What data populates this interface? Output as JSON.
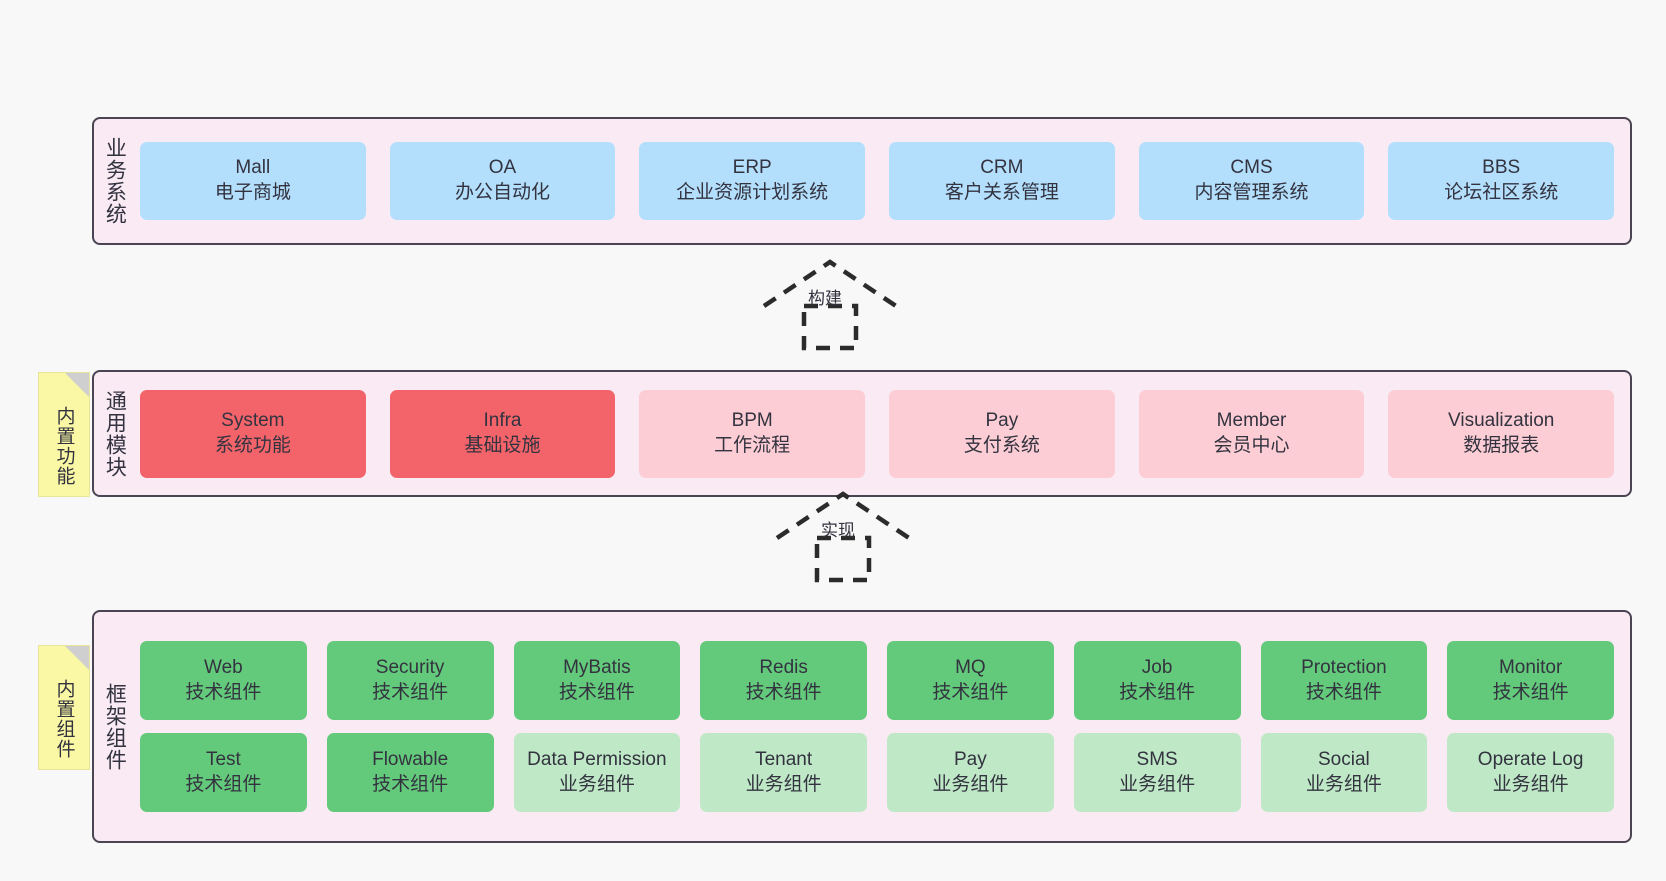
{
  "diagram": {
    "background": "#f8f8f8",
    "layer_fill": "#f9eaf4",
    "layer_border": "#4b4453",
    "note_fill": "#fbf8a5",
    "colors": {
      "blue": "#b3dffc",
      "red": "#f3646a",
      "pink": "#fccdd4",
      "green": "#64ca7b",
      "light_green": "#bfe8c6"
    }
  },
  "notes": [
    {
      "id": "note-builtin-function",
      "text": "内置功能"
    },
    {
      "id": "note-builtin-component",
      "text": "内置组件"
    }
  ],
  "arrows": [
    {
      "id": "arrow-build",
      "label": "构建",
      "style": "dashed-generalization"
    },
    {
      "id": "arrow-implement",
      "label": "实现",
      "style": "dashed-generalization"
    }
  ],
  "layers": [
    {
      "id": "business-system",
      "title": "业务系统",
      "rows": [
        [
          {
            "name": "Mall",
            "sub": "电子商城",
            "color": "blue"
          },
          {
            "name": "OA",
            "sub": "办公自动化",
            "color": "blue"
          },
          {
            "name": "ERP",
            "sub": "企业资源计划系统",
            "color": "blue"
          },
          {
            "name": "CRM",
            "sub": "客户关系管理",
            "color": "blue"
          },
          {
            "name": "CMS",
            "sub": "内容管理系统",
            "color": "blue"
          },
          {
            "name": "BBS",
            "sub": "论坛社区系统",
            "color": "blue"
          }
        ]
      ]
    },
    {
      "id": "common-module",
      "title": "通用模块",
      "rows": [
        [
          {
            "name": "System",
            "sub": "系统功能",
            "color": "red"
          },
          {
            "name": "Infra",
            "sub": "基础设施",
            "color": "red"
          },
          {
            "name": "BPM",
            "sub": "工作流程",
            "color": "pink"
          },
          {
            "name": "Pay",
            "sub": "支付系统",
            "color": "pink"
          },
          {
            "name": "Member",
            "sub": "会员中心",
            "color": "pink"
          },
          {
            "name": "Visualization",
            "sub": "数据报表",
            "color": "pink"
          }
        ]
      ]
    },
    {
      "id": "framework-component",
      "title": "框架组件",
      "rows": [
        [
          {
            "name": "Web",
            "sub": "技术组件",
            "color": "green"
          },
          {
            "name": "Security",
            "sub": "技术组件",
            "color": "green"
          },
          {
            "name": "MyBatis",
            "sub": "技术组件",
            "color": "green"
          },
          {
            "name": "Redis",
            "sub": "技术组件",
            "color": "green"
          },
          {
            "name": "MQ",
            "sub": "技术组件",
            "color": "green"
          },
          {
            "name": "Job",
            "sub": "技术组件",
            "color": "green"
          },
          {
            "name": "Protection",
            "sub": "技术组件",
            "color": "green"
          },
          {
            "name": "Monitor",
            "sub": "技术组件",
            "color": "green"
          }
        ],
        [
          {
            "name": "Test",
            "sub": "技术组件",
            "color": "green"
          },
          {
            "name": "Flowable",
            "sub": "技术组件",
            "color": "green"
          },
          {
            "name": "Data Permission",
            "sub": "业务组件",
            "color": "light_green",
            "wrap": true
          },
          {
            "name": "Tenant",
            "sub": "业务组件",
            "color": "light_green"
          },
          {
            "name": "Pay",
            "sub": "业务组件",
            "color": "light_green"
          },
          {
            "name": "SMS",
            "sub": "业务组件",
            "color": "light_green"
          },
          {
            "name": "Social",
            "sub": "业务组件",
            "color": "light_green"
          },
          {
            "name": "Operate Log",
            "sub": "业务组件",
            "color": "light_green"
          }
        ]
      ]
    }
  ]
}
